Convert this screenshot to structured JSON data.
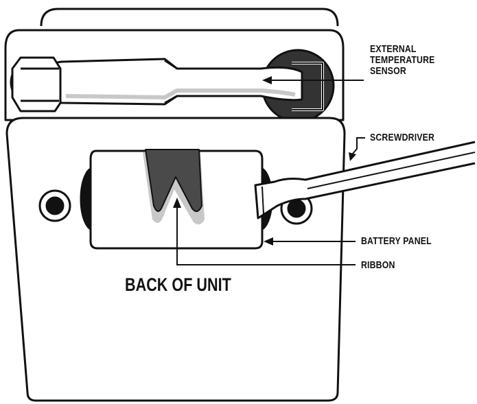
{
  "labels": {
    "external_temperature_sensor": [
      "EXTERNAL",
      "TEMPERATURE",
      "SENSOR"
    ],
    "screwdriver": "SCREWDRIVER",
    "battery_panel": "BATTERY PANEL",
    "ribbon": "RIBBON",
    "back_of_unit": "BACK OF UNIT"
  },
  "colors": {
    "line": "#111111",
    "ribbon_dark": "#4a4a4a",
    "shadow_gray": "#c8c8c8",
    "sensor_housing": "#333333",
    "background": "#ffffff"
  }
}
